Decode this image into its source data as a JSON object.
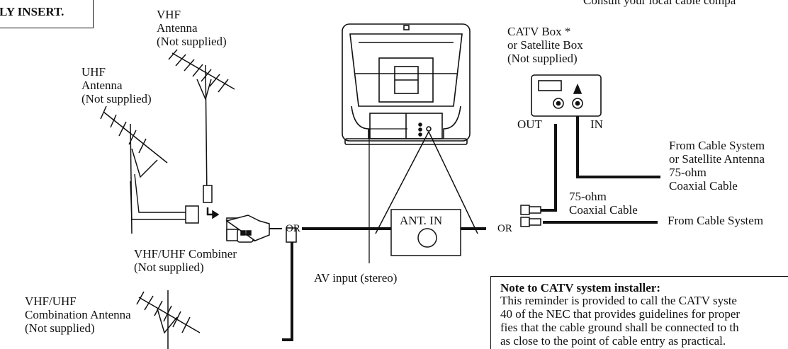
{
  "insert_notice": "LY INSERT.",
  "cable_company_note": "Consult your local cable compa",
  "labels": {
    "vhf_antenna": "VHF\nAntenna\n(Not supplied)",
    "uhf_antenna": "UHF\nAntenna\n(Not supplied)",
    "catv_box": "CATV Box *\nor Satellite Box\n(Not supplied)",
    "out": "OUT",
    "in": "IN",
    "from_cable_satellite": "From Cable System\nor Satellite Antenna\n75-ohm\nCoaxial Cable",
    "coax_75ohm": "75-ohm\nCoaxial Cable",
    "from_cable_system": "From Cable System",
    "ant_in": "ANT. IN",
    "or_left": "OR",
    "or_right": "OR",
    "combiner": "VHF/UHF Combiner\n(Not supplied)",
    "av_input": "AV input (stereo)",
    "combo_antenna": "VHF/UHF\nCombination Antenna\n(Not supplied)"
  },
  "note": {
    "title": "Note to CATV system installer:",
    "lines": [
      "This reminder is provided to call the CATV syste",
      "40 of the NEC that provides guidelines for proper",
      "fies that the cable ground shall be connected to th",
      "as close to the point of cable entry as practical."
    ]
  }
}
